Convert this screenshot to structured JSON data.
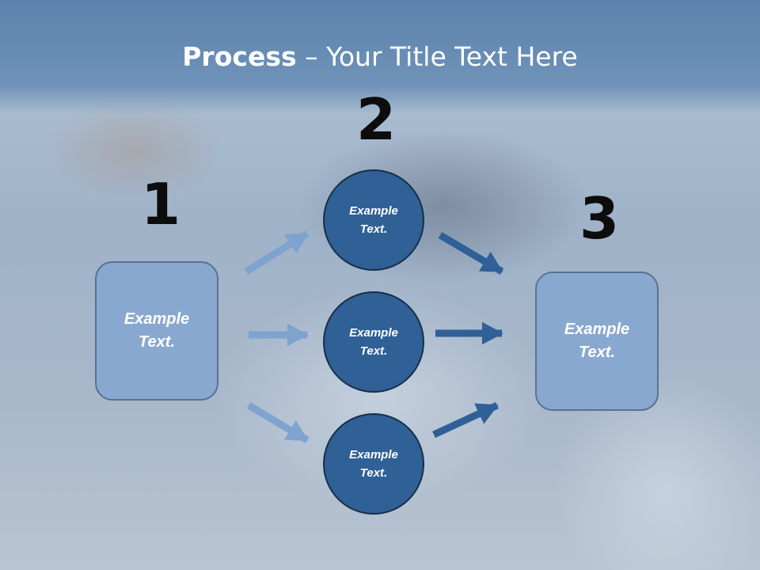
{
  "title": {
    "bold": "Process",
    "rest": " – Your Title Text Here"
  },
  "steps": [
    {
      "number": "1",
      "line1": "Example",
      "line2": "Text."
    },
    {
      "number": "2"
    },
    {
      "number": "3",
      "line1": "Example",
      "line2": "Text."
    }
  ],
  "circles": [
    {
      "line1": "Example",
      "line2": "Text."
    },
    {
      "line1": "Example",
      "line2": "Text."
    },
    {
      "line1": "Example",
      "line2": "Text."
    }
  ],
  "colors": {
    "box_fill": "#88a8cf",
    "circle_fill": "#2f6096",
    "arrow_light": "#7ea3ce",
    "arrow_dark": "#2f6096"
  }
}
